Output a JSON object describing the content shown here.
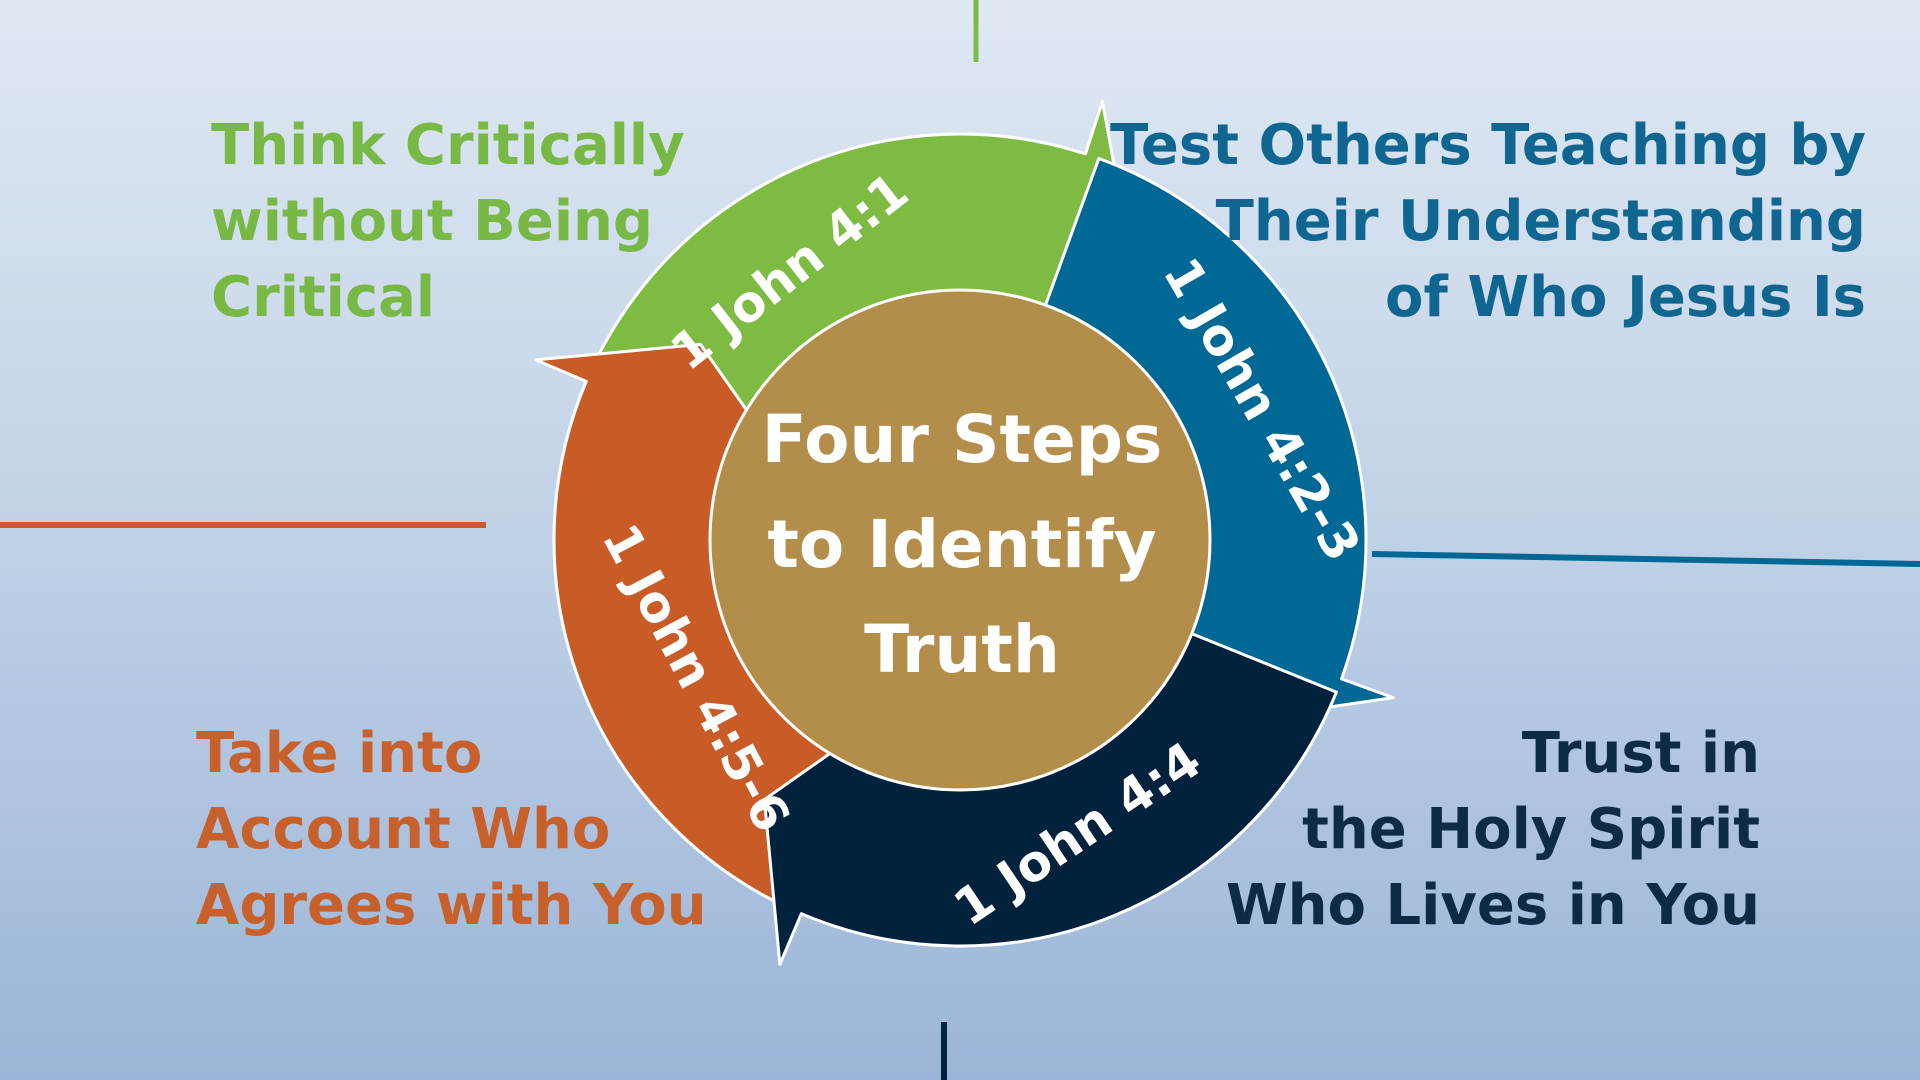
{
  "diagram": {
    "center_title": [
      "Four Steps",
      "to Identify",
      "Truth"
    ],
    "steps": [
      {
        "verse": "1 John 4:1",
        "description": [
          "Think Critically",
          "without Being",
          "Critical"
        ],
        "color": "#7dbb43"
      },
      {
        "verse": "1 John 4:2-3",
        "description": [
          "Test Others Teaching by",
          "Their Understanding",
          "of Who Jesus Is"
        ],
        "color": "#006894"
      },
      {
        "verse": "1 John 4:4",
        "description": [
          "Trust in",
          "the Holy Spirit",
          "Who Lives in You"
        ],
        "color": "#00223d"
      },
      {
        "verse": "1 John 4:5-6",
        "description": [
          "Take into",
          "Account Who",
          "Agrees with You"
        ],
        "color": "#c95b27"
      }
    ],
    "colors": {
      "center": "#b38d4a",
      "center_text": "#ffffff",
      "verse_text": "#ffffff",
      "label_step1": "#78b844",
      "label_step2": "#0f6690",
      "label_step3": "#0e2a45",
      "label_step4": "#c8602b",
      "background_top": "#dfe8f3",
      "background_bottom": "#9bb5d8"
    }
  }
}
